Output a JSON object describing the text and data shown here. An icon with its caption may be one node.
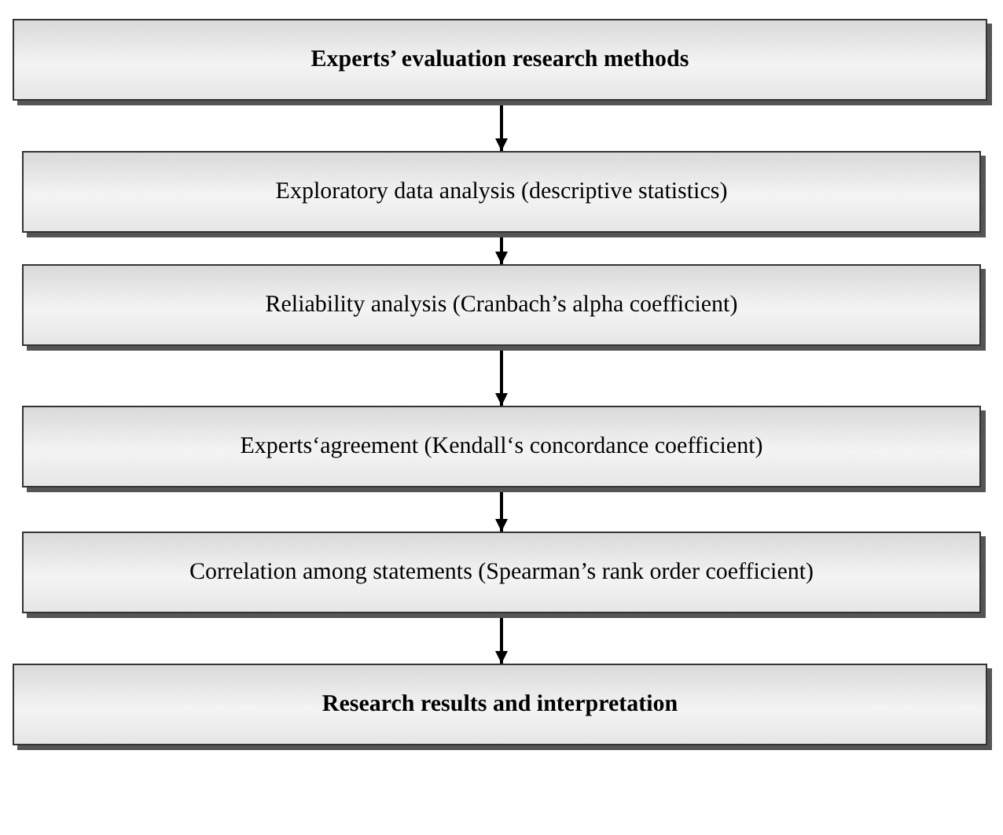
{
  "diagram": {
    "nodes": [
      {
        "text": [
          "Experts’ evaluation research methods"
        ]
      },
      {
        "text": [
          "Exploratory data analysis (descriptive statistics)"
        ]
      },
      {
        "text": [
          "Reliability analysis (Cranbach’s alpha coefficient)"
        ]
      },
      {
        "text": [
          "Experts‘agreement (Kendall‘s concordance coefficient)"
        ]
      },
      {
        "text": [
          "Correlation among statements (Spearman’s rank order coefficient)"
        ]
      },
      {
        "text": [
          "Research results and interpretation"
        ]
      }
    ],
    "edges": [
      {
        "from": 0,
        "to": 1,
        "arrow": "to"
      },
      {
        "from": 1,
        "to": 2,
        "arrow": "to"
      },
      {
        "from": 2,
        "to": 3,
        "arrow": "to"
      },
      {
        "from": 3,
        "to": 4,
        "arrow": "to"
      },
      {
        "from": 4,
        "to": 5,
        "arrow": "to"
      }
    ]
  }
}
